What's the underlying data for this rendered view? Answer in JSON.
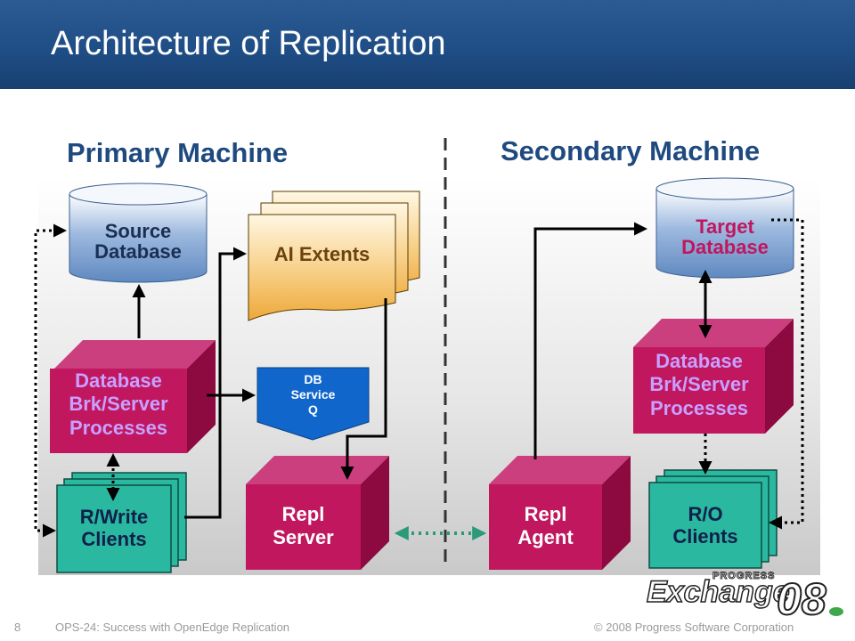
{
  "slide": {
    "title": "Architecture of Replication",
    "page_number": "8",
    "footer_left": "OPS-24: Success with OpenEdge Replication",
    "footer_right": "© 2008 Progress Software Corporation"
  },
  "primary": {
    "title": "Primary Machine",
    "source_db": [
      "Source",
      "Database"
    ],
    "ai_extents": "AI Extents",
    "db_broker": [
      "Database",
      "Brk/Server",
      "Processes"
    ],
    "service_queue": [
      "DB",
      "Service",
      "Q"
    ],
    "rw_clients": [
      "R/Write",
      "Clients"
    ],
    "repl_server": [
      "Repl",
      "Server"
    ]
  },
  "secondary": {
    "title": "Secondary Machine",
    "target_db": [
      "Target",
      "Database"
    ],
    "db_broker": [
      "Database",
      "Brk/Server",
      "Processes"
    ],
    "ro_clients": [
      "R/O",
      "Clients"
    ],
    "repl_agent": [
      "Repl",
      "Agent"
    ]
  },
  "logo": {
    "brand": "PROGRESS",
    "word": "Exchange",
    "year": "08"
  },
  "colors": {
    "header": "#1f4c86",
    "title_text": "#1f4a80",
    "database": "#6a92c8",
    "broker": "#c0175f",
    "broker_text": "#c8a0ff",
    "clients": "#2ab8a0",
    "ai_extents": "#f0b550",
    "service_queue": "#1166cc",
    "dotted_link": "#2a9a78"
  }
}
